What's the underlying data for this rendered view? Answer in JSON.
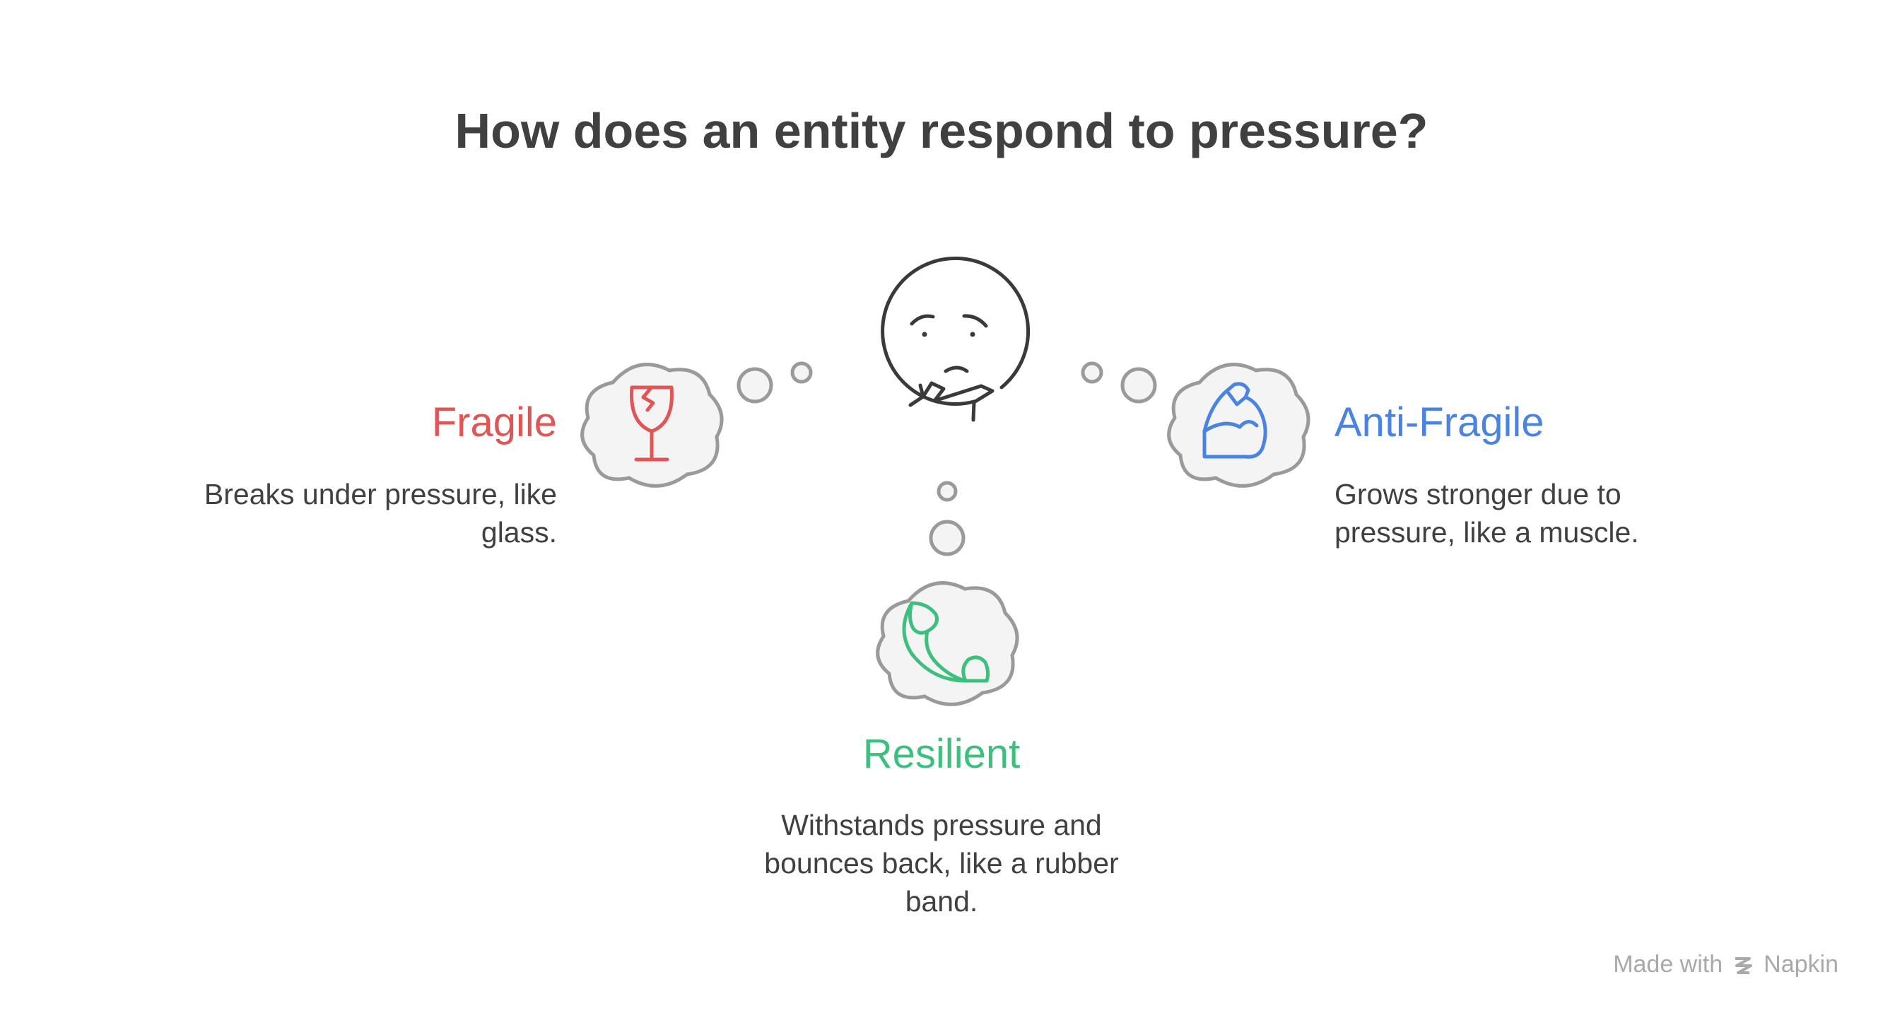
{
  "title": "How does an entity respond to pressure?",
  "central_icon": "thinking-face-icon",
  "options": {
    "fragile": {
      "title": "Fragile",
      "description": "Breaks under pressure, like glass.",
      "icon": "broken-glass-icon",
      "color": "#e05555"
    },
    "anti_fragile": {
      "title": "Anti-Fragile",
      "description": "Grows stronger due to pressure, like a muscle.",
      "icon": "flexed-bicep-icon",
      "color": "#4a84e0"
    },
    "resilient": {
      "title": "Resilient",
      "description": "Withstands pressure and bounces back, like a rubber band.",
      "icon": "rubber-band-icon",
      "color": "#3dbf7e"
    }
  },
  "footer": {
    "made_with": "Made with",
    "brand": "Napkin",
    "brand_icon": "napkin-logo-icon"
  }
}
